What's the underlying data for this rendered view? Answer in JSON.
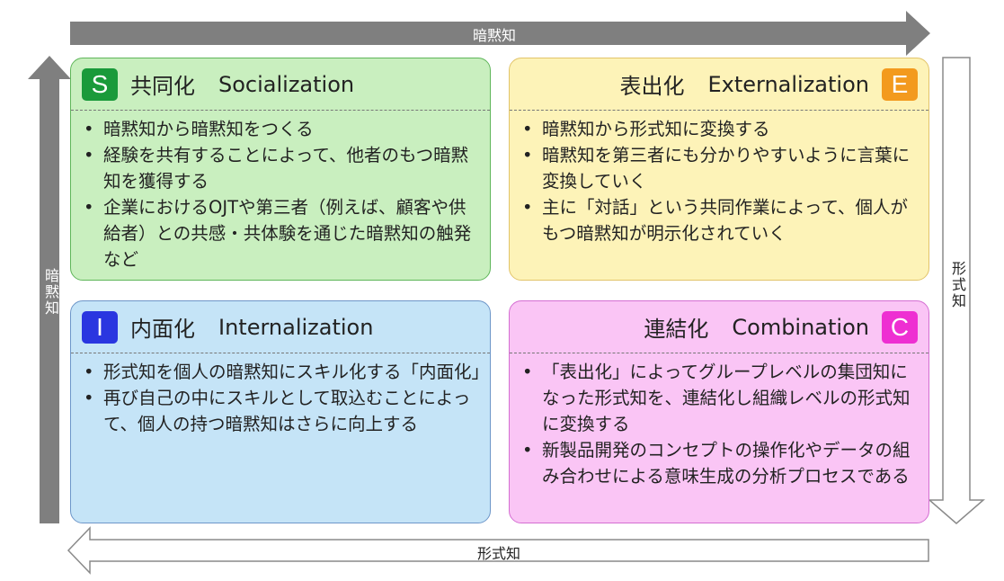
{
  "arrows": {
    "top": {
      "label": "暗黙知",
      "color": "#7f7f7f"
    },
    "left": {
      "label": "暗黙知",
      "color": "#7f7f7f"
    },
    "right": {
      "label": "形式知",
      "color": "#ffffff"
    },
    "bottom": {
      "label": "形式知",
      "color": "#ffffff"
    }
  },
  "quadrants": {
    "socialization": {
      "badge": "S",
      "badge_color": "#1a9a3a",
      "title_ja": "共同化",
      "title_en": "Socialization",
      "items": [
        "暗黙知から暗黙知をつくる",
        "経験を共有することによって、他者のもつ暗黙知を獲得する",
        "企業におけるOJTや第三者（例えば、顧客や供給者）との共感・共体験を通じた暗黙知の触発など"
      ]
    },
    "externalization": {
      "badge": "E",
      "badge_color": "#f39a1e",
      "title_ja": "表出化",
      "title_en": "Externalization",
      "items": [
        "暗黙知から形式知に変換する",
        "暗黙知を第三者にも分かりやすいように言葉に変換していく",
        "主に「対話」という共同作業によって、個人がもつ暗黙知が明示化されていく"
      ]
    },
    "internalization": {
      "badge": "I",
      "badge_color": "#2a36e0",
      "title_ja": "内面化",
      "title_en": "Internalization",
      "items": [
        "形式知を個人の暗黙知にスキル化する「内面化」",
        "再び自己の中にスキルとして取込むことによって、個人の持つ暗黙知はさらに向上する"
      ]
    },
    "combination": {
      "badge": "C",
      "badge_color": "#ee2fd2",
      "title_ja": "連結化",
      "title_en": "Combination",
      "items": [
        "「表出化」によってグループレベルの集団知になった形式知を、連結化し組織レベルの形式知に変換する",
        "新製品開発のコンセプトの操作化やデータの組み合わせによる意味生成の分析プロセスである"
      ]
    }
  }
}
